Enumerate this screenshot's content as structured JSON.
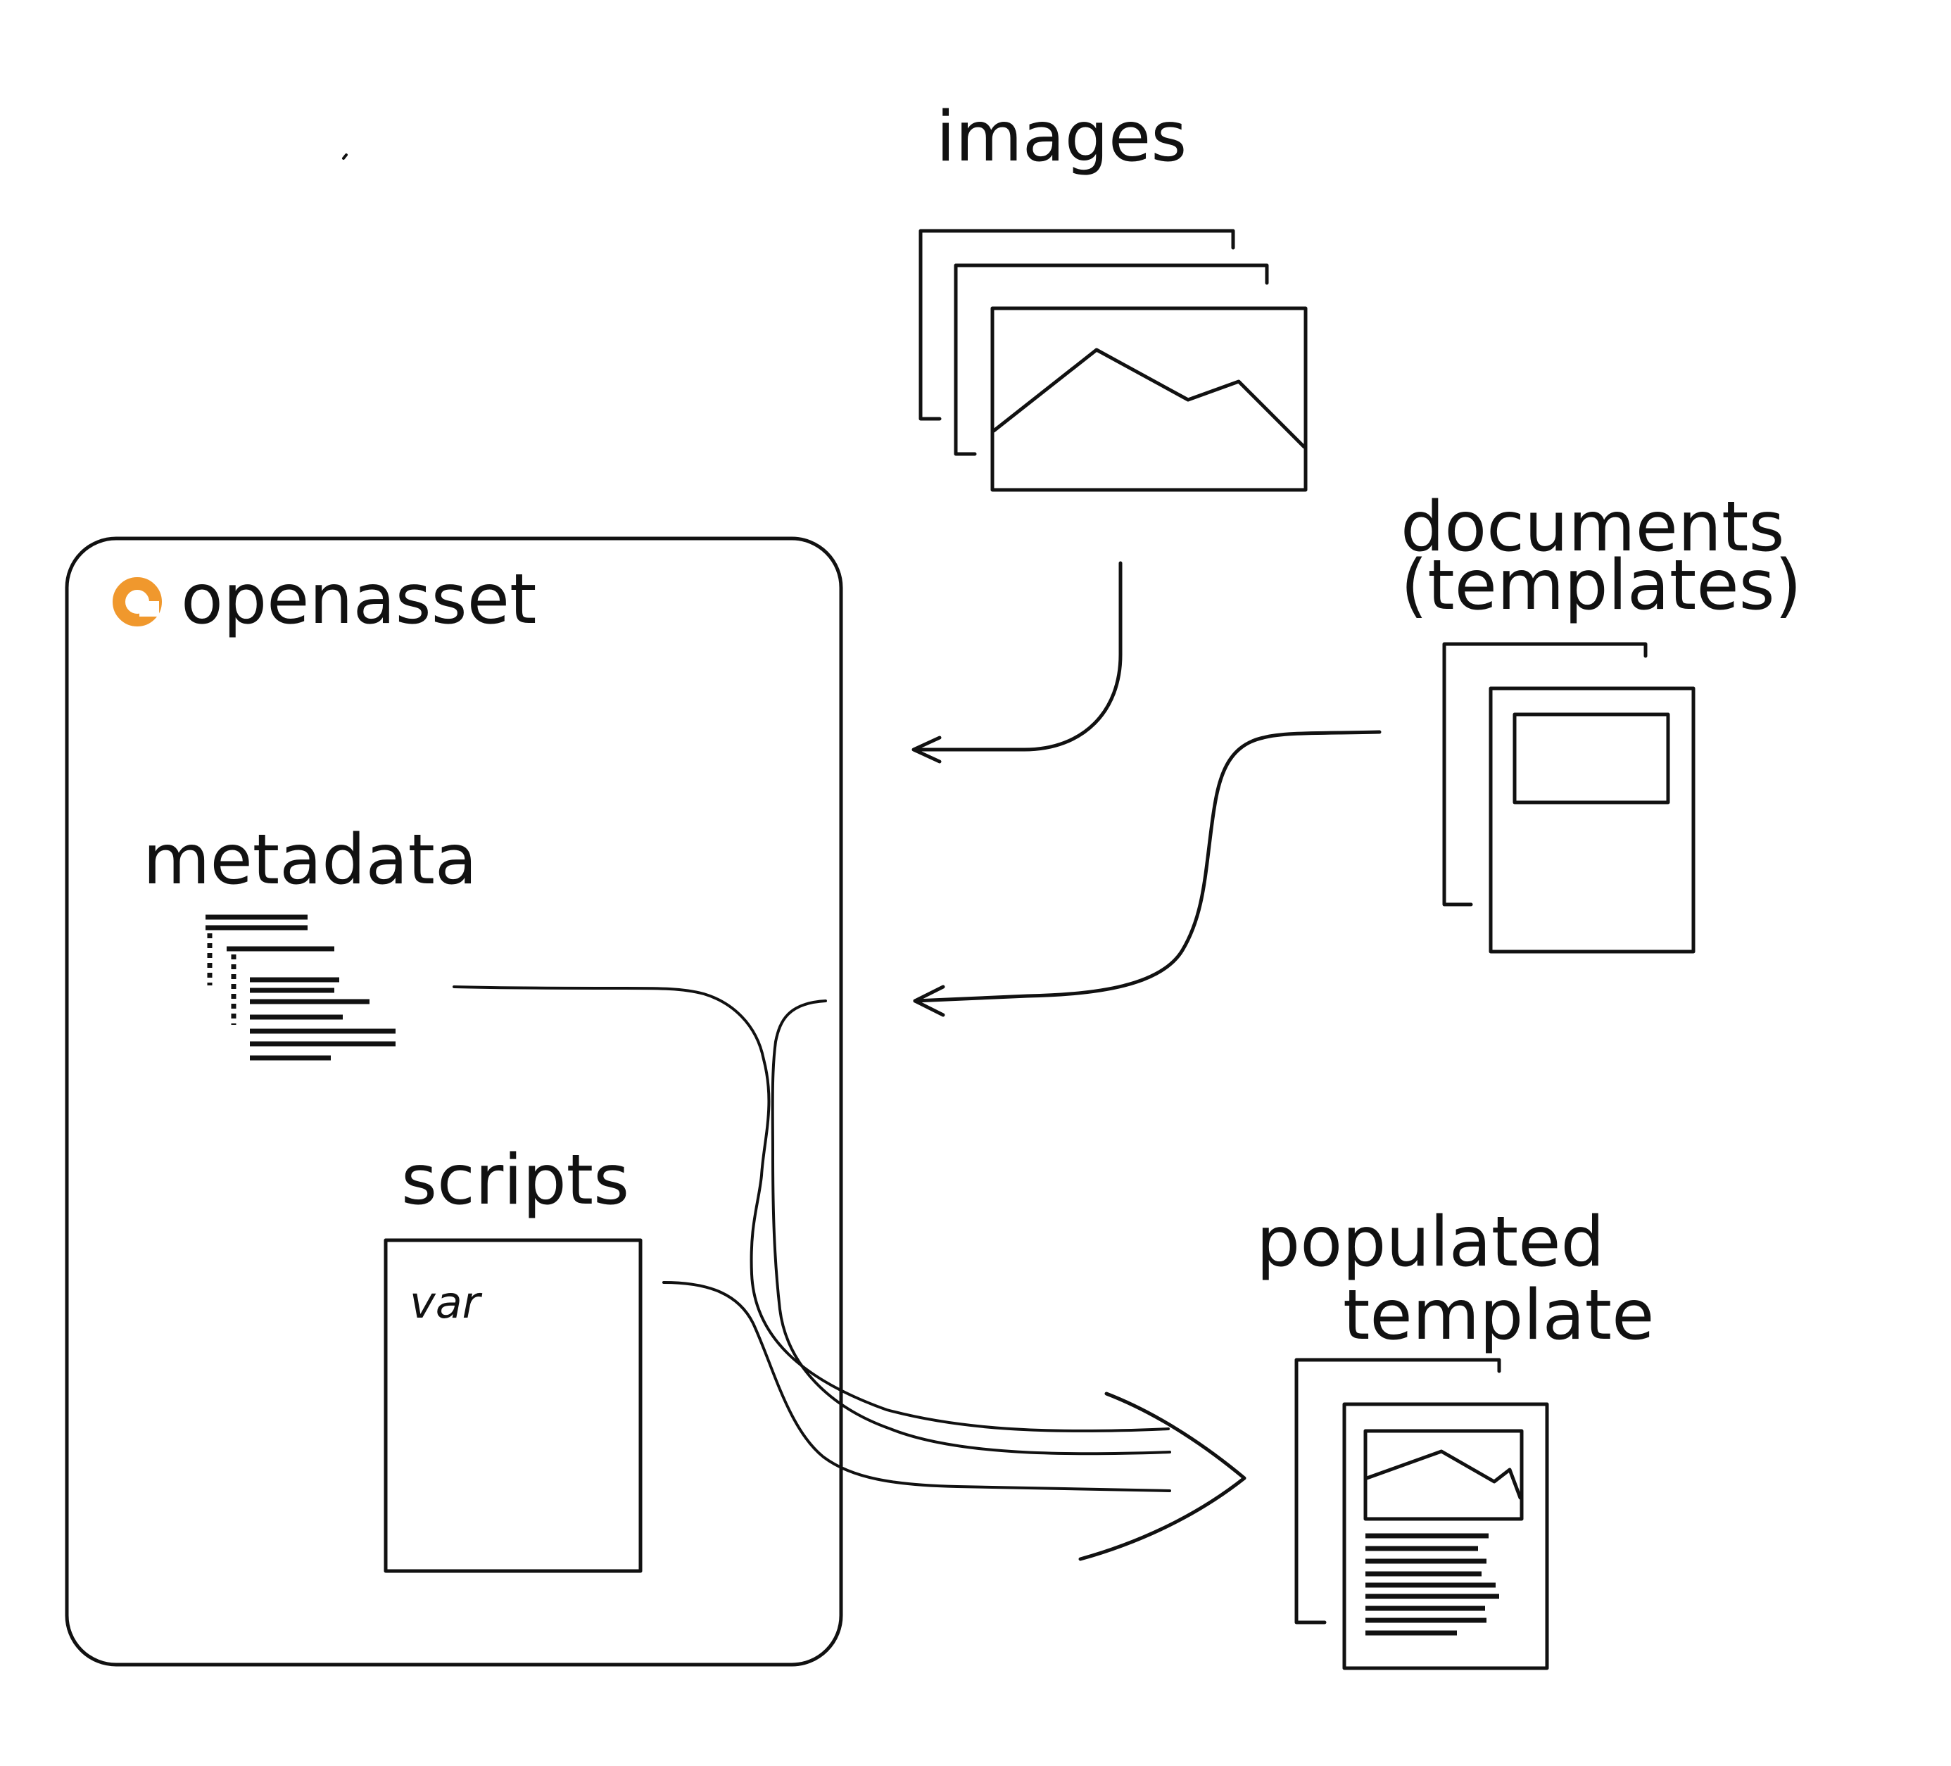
{
  "brand": {
    "name": "openasset",
    "logo_color": "#f0982d"
  },
  "labels": {
    "images": "images",
    "documents_line1": "documents",
    "documents_line2": "(templates)",
    "metadata": "metadata",
    "scripts": "scripts",
    "script_keyword": "var",
    "populated_line1": "populated",
    "populated_line2": "template"
  },
  "icons": {
    "images": "image-stack-icon",
    "documents": "document-template-icon",
    "metadata": "metadata-tree-icon",
    "script": "script-page-icon",
    "output": "populated-template-icon"
  }
}
